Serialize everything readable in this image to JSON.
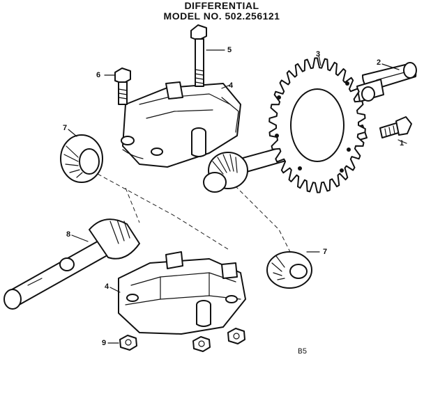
{
  "diagram": {
    "title_line1": "DIFFERENTIAL",
    "title_line2": "MODEL NO. 502.256121",
    "figure_code": "B5",
    "callouts": {
      "c1": "1",
      "c2": "2",
      "c3": "3",
      "c4_top": "4",
      "c4_bottom": "4",
      "c5": "5",
      "c6": "6",
      "c7_left": "7",
      "c7_right": "7",
      "c8": "8",
      "c9": "9"
    }
  },
  "colors": {
    "ink": "#111111",
    "paper": "#ffffff"
  }
}
